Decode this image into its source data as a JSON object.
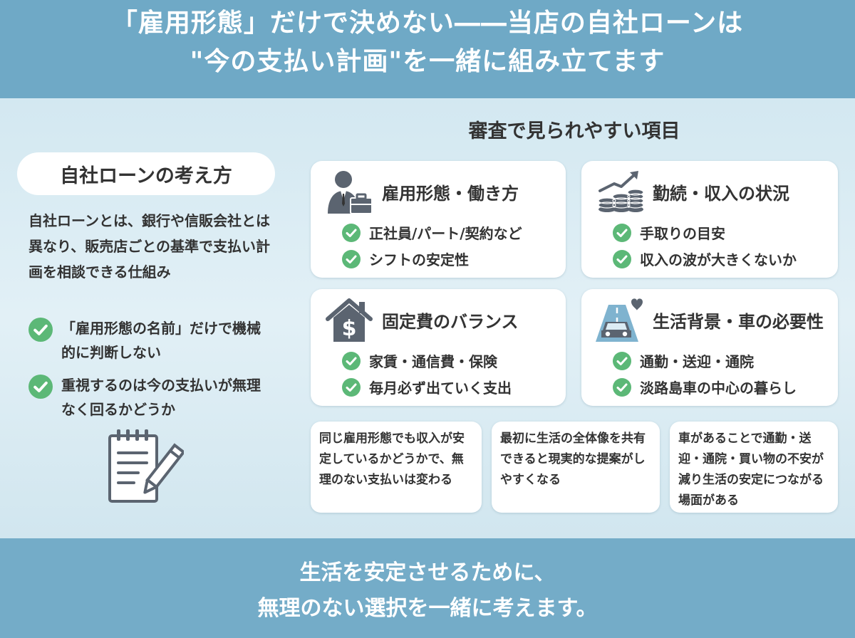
{
  "header": {
    "line1": "「雇用形態」だけで決めない――当店の自社ローンは",
    "line2": "\"今の支払い計画\"を一緒に組み立てます"
  },
  "concept": {
    "title": "自社ローンの考え方",
    "description": "自社ローンとは、銀行や信販会社とは異なり、販売店ごとの基準で支払い計画を相談できる仕組み",
    "points": [
      "「雇用形態の名前」だけで機械的に判断しない",
      "重視するのは今の支払いが無理なく回るかどうか"
    ],
    "icon": "notepad-pencil-icon"
  },
  "review": {
    "heading": "審査で見られやすい項目",
    "cards": [
      {
        "title": "雇用形態・働き方",
        "icon": "businessman-briefcase-icon",
        "items": [
          "正社員/パート/契約など",
          "シフトの安定性"
        ]
      },
      {
        "title": "勤続・収入の状況",
        "icon": "coins-growth-arrow-icon",
        "items": [
          "手取りの目安",
          "収入の波が大きくないか"
        ]
      },
      {
        "title": "固定費のバランス",
        "icon": "house-dollar-icon",
        "items": [
          "家賃・通信費・保険",
          "毎月必ず出ていく支出"
        ]
      },
      {
        "title": "生活背景・車の必要性",
        "icon": "car-road-heart-icon",
        "items": [
          "通勤・送迎・通院",
          "淡路島車の中心の暮らし"
        ]
      }
    ],
    "notes": [
      "同じ雇用形態でも収入が安定しているかどうかで、無理のない支払いは変わる",
      "最初に生活の全体像を共有できると現実的な提案がしやすくなる",
      "車があることで通勤・送迎・通院・買い物の不安が減り生活の安定につながる場面がある"
    ]
  },
  "footer": {
    "line1": "生活を安定させるために、",
    "line2": "無理のない選択を一緒に考えます。"
  },
  "colors": {
    "header_bg": "#6fa9c6",
    "footer_bg": "#74acc8",
    "check_green": "#5cb877",
    "icon_gray": "#5b6470"
  }
}
